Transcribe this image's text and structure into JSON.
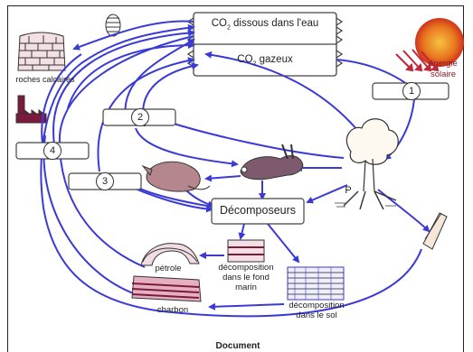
{
  "top_box": {
    "dissolved": {
      "prefix": "CO",
      "sub": "2",
      "suffix": " dissous dans l'eau"
    },
    "gas": {
      "prefix": "CO",
      "sub": "2",
      "suffix": " gazeux"
    }
  },
  "decomposers": "Décomposeurs",
  "labels": {
    "roches": "roches calcaires",
    "energie_line1": "énergie",
    "energie_line2": "solaire",
    "p": "P",
    "petrole": "pétrole",
    "charbon": "charbon",
    "decomp_fond_1": "décomposition",
    "decomp_fond_2": "dans le fond",
    "decomp_fond_3": "marin",
    "decomp_sol_1": "décomposition",
    "decomp_sol_2": "dans le sol",
    "document": "Document"
  },
  "numbers": {
    "n1": "1",
    "n2": "2",
    "n3": "3",
    "n4": "4"
  },
  "colors": {
    "arrow": "#3a3ad6",
    "sun_core": "#e8a020",
    "sun_edge": "#d0331c",
    "rays": "#c0283a"
  }
}
